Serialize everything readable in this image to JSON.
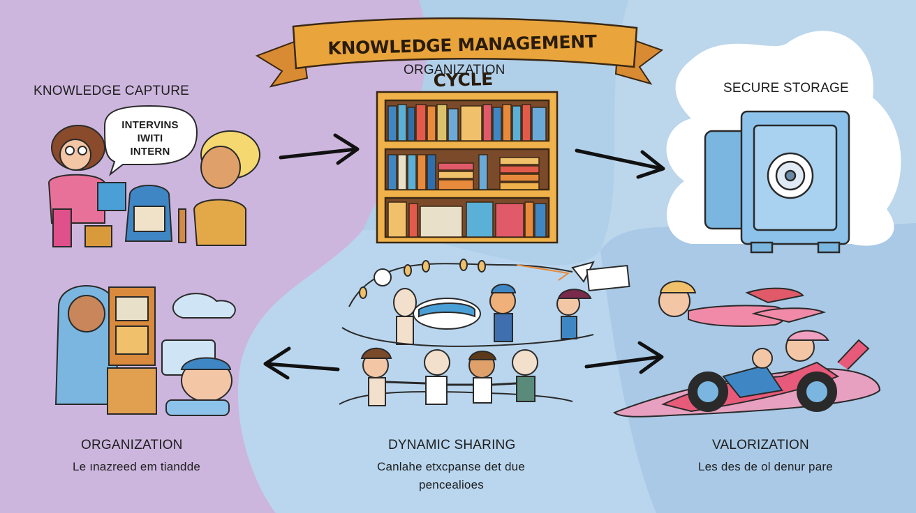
{
  "title": "KNOWLEDGE MANAGEMENT CYCLE",
  "colors": {
    "left_bg": "#cdb6de",
    "right_bg": "#bcd6ec",
    "center_bg": "#b7d4ec",
    "banner": "#e9a43c",
    "banner_dark": "#b8722a",
    "arrow": "#111111"
  },
  "stages": {
    "capture": {
      "title": "KNOWLEDGE CAPTURE",
      "bubble_line1": "INTERVINS",
      "bubble_line2": "IWITI",
      "bubble_line3": "INTERN"
    },
    "organization_top": {
      "title": "ORGANIZATION"
    },
    "storage": {
      "title": "SECURE STORAGE"
    },
    "organization_bottom": {
      "title": "ORGANIZATION",
      "subtitle": "Le ınazreed em tiandde"
    },
    "sharing": {
      "title": "DYNAMIC SHARING",
      "subtitle_line1": "Canlahe etxcpanse det due",
      "subtitle_line2": "pencealioes"
    },
    "valorization": {
      "title": "VALORIZATION",
      "subtitle": "Les des de ol denur pare"
    }
  },
  "illustration_icons": {
    "capture": "interview-people-icon",
    "organization_top": "bookshelf-icon",
    "storage": "safe-vault-icon",
    "organization_bottom": "filing-cabinet-icon",
    "sharing": "people-network-icon",
    "valorization": "racing-vehicle-icon"
  }
}
